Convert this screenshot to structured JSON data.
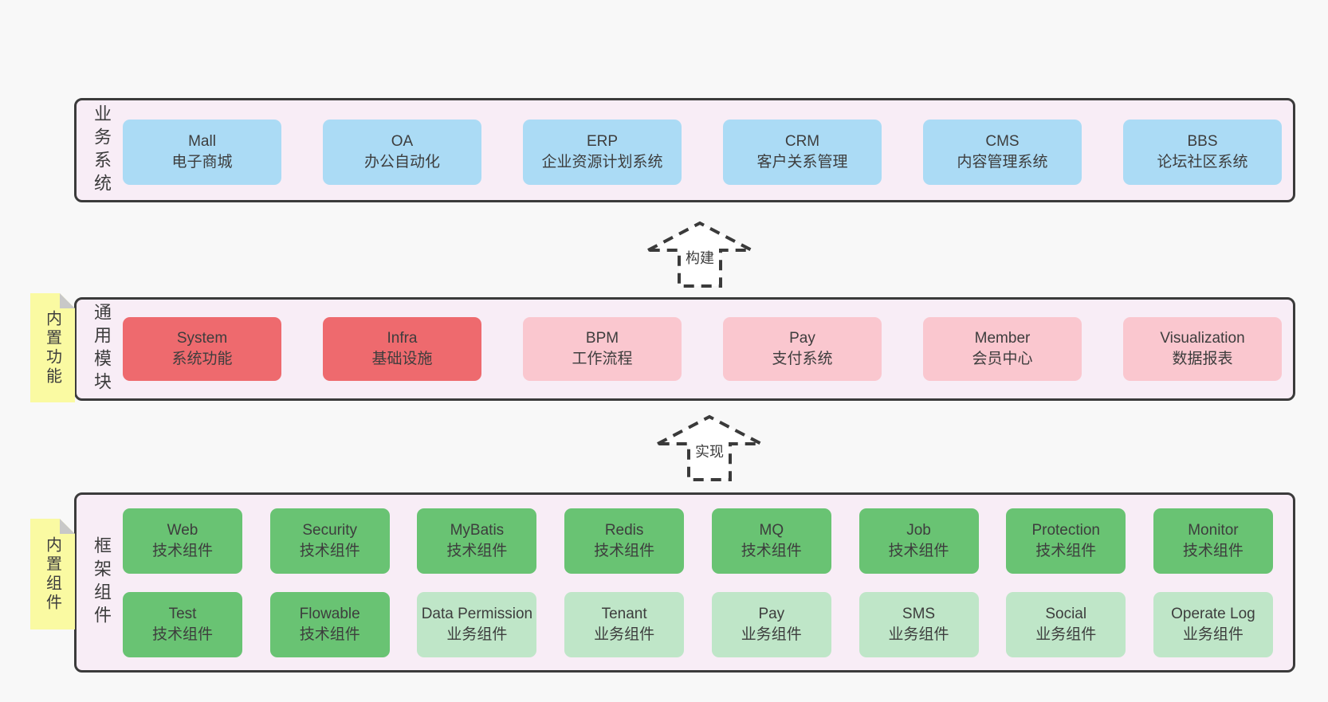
{
  "colors": {
    "page_background": "#f8f8f8",
    "band_background": "#f8edf6",
    "band_border": "#3b3b3b",
    "blue": "#abdbf5",
    "red": "#ee6a6e",
    "pink": "#fac7cf",
    "green": "#69c373",
    "light_green": "#bfe6c8",
    "sticky_yellow": "#fafaa2",
    "fold_gray": "#c8c8c8",
    "text": "#3d3d3d"
  },
  "arrows": [
    {
      "label": "构建"
    },
    {
      "label": "实现"
    }
  ],
  "bands": [
    {
      "label": "业务系统",
      "boxes": [
        {
          "name": "Mall",
          "desc": "电子商城",
          "color": "blue"
        },
        {
          "name": "OA",
          "desc": "办公自动化",
          "color": "blue"
        },
        {
          "name": "ERP",
          "desc": "企业资源计划系统",
          "color": "blue"
        },
        {
          "name": "CRM",
          "desc": "客户关系管理",
          "color": "blue"
        },
        {
          "name": "CMS",
          "desc": "内容管理系统",
          "color": "blue"
        },
        {
          "name": "BBS",
          "desc": "论坛社区系统",
          "color": "blue"
        }
      ]
    },
    {
      "label": "通用模块",
      "sticky": "内置功能",
      "boxes": [
        {
          "name": "System",
          "desc": "系统功能",
          "color": "red"
        },
        {
          "name": "Infra",
          "desc": "基础设施",
          "color": "red"
        },
        {
          "name": "BPM",
          "desc": "工作流程",
          "color": "pink"
        },
        {
          "name": "Pay",
          "desc": "支付系统",
          "color": "pink"
        },
        {
          "name": "Member",
          "desc": "会员中心",
          "color": "pink"
        },
        {
          "name": "Visualization",
          "desc": "数据报表",
          "color": "pink"
        }
      ]
    },
    {
      "label": "框架组件",
      "sticky": "内置组件",
      "rows": [
        {
          "boxes": [
            {
              "name": "Web",
              "desc": "技术组件",
              "color": "green"
            },
            {
              "name": "Security",
              "desc": "技术组件",
              "color": "green"
            },
            {
              "name": "MyBatis",
              "desc": "技术组件",
              "color": "green"
            },
            {
              "name": "Redis",
              "desc": "技术组件",
              "color": "green"
            },
            {
              "name": "MQ",
              "desc": "技术组件",
              "color": "green"
            },
            {
              "name": "Job",
              "desc": "技术组件",
              "color": "green"
            },
            {
              "name": "Protection",
              "desc": "技术组件",
              "color": "green"
            },
            {
              "name": "Monitor",
              "desc": "技术组件",
              "color": "green"
            }
          ]
        },
        {
          "boxes": [
            {
              "name": "Test",
              "desc": "技术组件",
              "color": "green"
            },
            {
              "name": "Flowable",
              "desc": "技术组件",
              "color": "green"
            },
            {
              "name": "Data Permission",
              "desc": "业务组件",
              "color": "light_green"
            },
            {
              "name": "Tenant",
              "desc": "业务组件",
              "color": "light_green"
            },
            {
              "name": "Pay",
              "desc": "业务组件",
              "color": "light_green"
            },
            {
              "name": "SMS",
              "desc": "业务组件",
              "color": "light_green"
            },
            {
              "name": "Social",
              "desc": "业务组件",
              "color": "light_green"
            },
            {
              "name": "Operate Log",
              "desc": "业务组件",
              "color": "light_green"
            }
          ]
        }
      ]
    }
  ]
}
